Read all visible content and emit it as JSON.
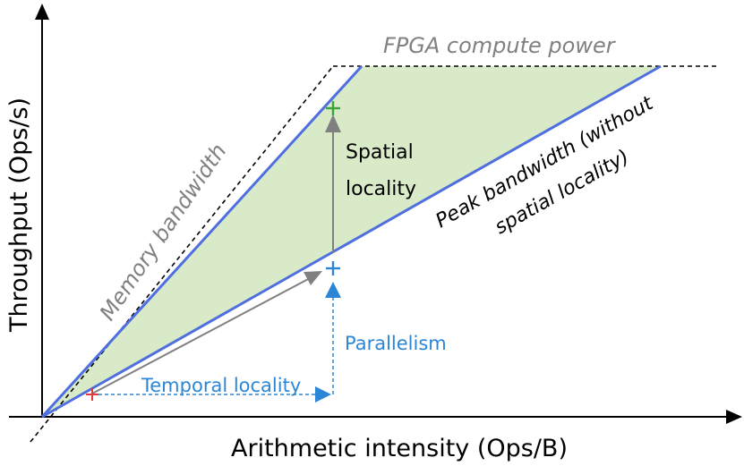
{
  "labels": {
    "fpga_compute_power": "FPGA compute power",
    "memory_bandwidth": "Memory bandwidth",
    "peak_bandwidth_line1": "Peak bandwidth (without",
    "peak_bandwidth_line2": "spatial locality)",
    "spatial_locality_line1": "Spatial",
    "spatial_locality_line2": "locality",
    "parallelism": "Parallelism",
    "temporal_locality": "Temporal locality",
    "y_axis": "Throughput (Ops/s)",
    "x_axis": "Arithmetic intensity (Ops/B)"
  },
  "colors": {
    "blue_line": "#4f6fe0",
    "blue_text": "#2b86d6",
    "green_fill": "#d9eac8",
    "gray": "#808080",
    "green_marker": "#3aa33a",
    "red_marker": "#e03a3a",
    "black": "#000000"
  }
}
